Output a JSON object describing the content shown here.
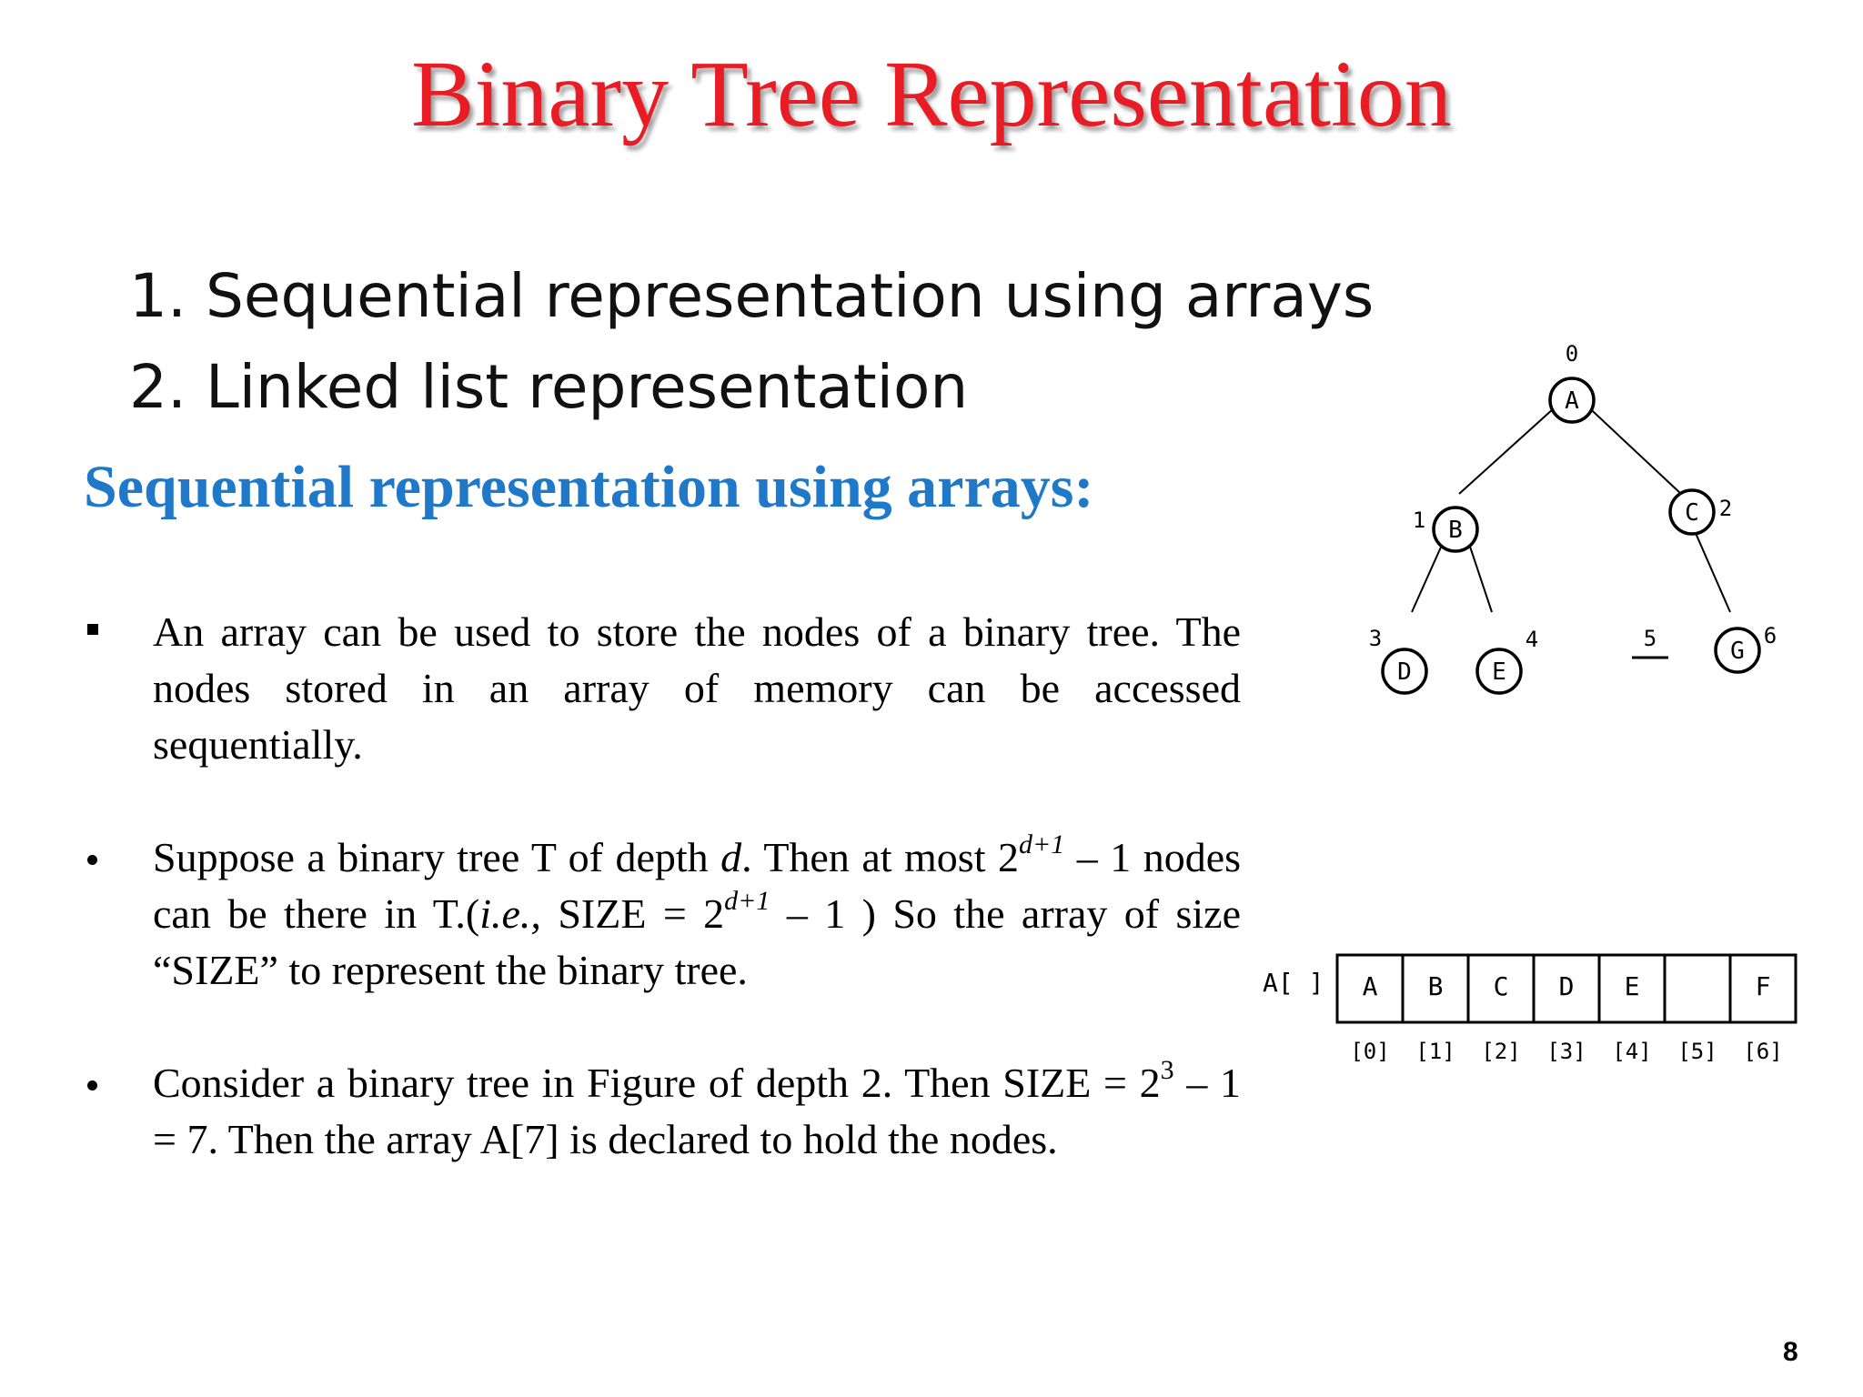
{
  "title": "Binary Tree Representation",
  "outline": [
    "1. Sequential representation using arrays",
    "2. Linked list representation"
  ],
  "section_heading": "Sequential representation using arrays:",
  "bullets": {
    "b1": "An array can be used to store the nodes of a binary tree. The nodes stored in an array of memory can be accessed sequentially.",
    "b2": {
      "p1": "Suppose a binary tree T of depth ",
      "d": "d",
      "p2": ". Then at most 2",
      "exp": "d+1",
      "p3": " – 1 nodes can be there in T.(",
      "ie": "i.e.,",
      "p4": " SIZE = 2",
      "exp2": "d+1",
      "p5": " – 1 ) So the array of size “SIZE” to represent the binary tree."
    },
    "b3": {
      "p1": "Consider a binary tree in Figure of depth 2. Then SIZE = 2",
      "exp": "3",
      "p2": " – 1 = 7. Then the array A[7] is declared to hold the nodes."
    }
  },
  "tree": {
    "nodes": [
      {
        "label": "A",
        "index": "0"
      },
      {
        "label": "B",
        "index": "1"
      },
      {
        "label": "C",
        "index": "2"
      },
      {
        "label": "D",
        "index": "3"
      },
      {
        "label": "E",
        "index": "4"
      },
      {
        "label": "G",
        "index": "6"
      }
    ],
    "empty_index": "5"
  },
  "array": {
    "name": "A[ ]",
    "cells": [
      "A",
      "B",
      "C",
      "D",
      "E",
      "",
      "F"
    ],
    "indices": [
      "[0]",
      "[1]",
      "[2]",
      "[3]",
      "[4]",
      "[5]",
      "[6]"
    ]
  },
  "page_number": "8"
}
